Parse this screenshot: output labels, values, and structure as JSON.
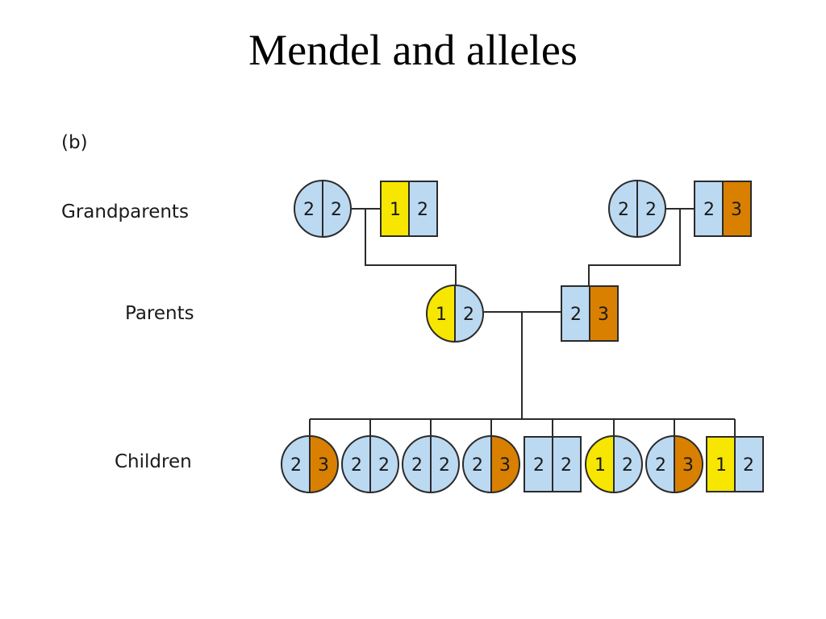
{
  "title": "Mendel and alleles",
  "panel_label": "(b)",
  "row_labels": {
    "grandparents": "Grandparents",
    "parents": "Parents",
    "children": "Children"
  },
  "colors": {
    "allele_1": "#f7e600",
    "allele_2": "#bcd9f2",
    "allele_3": "#d98000"
  },
  "generations": {
    "grandparents": [
      {
        "sex": "female",
        "alleles": [
          "2",
          "2"
        ]
      },
      {
        "sex": "male",
        "alleles": [
          "1",
          "2"
        ]
      },
      {
        "sex": "female",
        "alleles": [
          "2",
          "2"
        ]
      },
      {
        "sex": "male",
        "alleles": [
          "2",
          "3"
        ]
      }
    ],
    "parents": [
      {
        "sex": "female",
        "alleles": [
          "1",
          "2"
        ]
      },
      {
        "sex": "male",
        "alleles": [
          "2",
          "3"
        ]
      }
    ],
    "children": [
      {
        "sex": "female",
        "alleles": [
          "2",
          "3"
        ]
      },
      {
        "sex": "female",
        "alleles": [
          "2",
          "2"
        ]
      },
      {
        "sex": "female",
        "alleles": [
          "2",
          "2"
        ]
      },
      {
        "sex": "female",
        "alleles": [
          "2",
          "3"
        ]
      },
      {
        "sex": "male",
        "alleles": [
          "2",
          "2"
        ]
      },
      {
        "sex": "female",
        "alleles": [
          "1",
          "2"
        ]
      },
      {
        "sex": "female",
        "alleles": [
          "2",
          "3"
        ]
      },
      {
        "sex": "male",
        "alleles": [
          "1",
          "2"
        ]
      }
    ]
  }
}
